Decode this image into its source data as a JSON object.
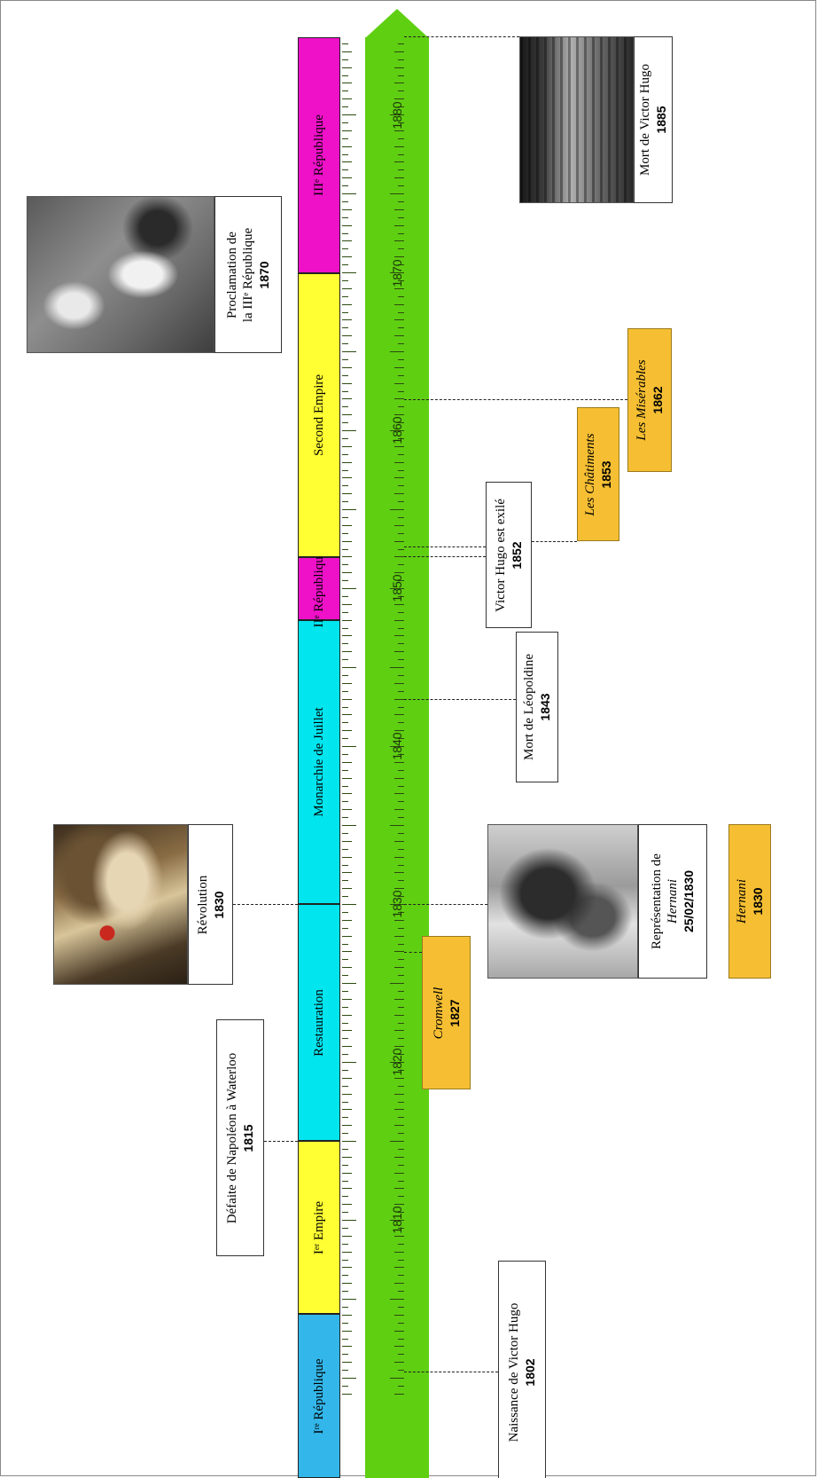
{
  "colors": {
    "axis": "#5fcf12",
    "republique_1": "#33b7ea",
    "empire": "#ffff33",
    "restauration_juillet": "#00e5ee",
    "republique_2_3": "#ee11c8",
    "oeuvre": "#f6bf33"
  },
  "axis": {
    "years": [
      "1810",
      "1820",
      "1830",
      "1840",
      "1850",
      "1860",
      "1870",
      "1880"
    ],
    "start_year": 1799,
    "end_year": 1887
  },
  "periods": [
    {
      "label": "Iʳᵉ République",
      "start": 1799,
      "end": 1804,
      "color": "#33b7ea"
    },
    {
      "label": "Iᵉʳ Empire",
      "start": 1804,
      "end": 1815,
      "color": "#ffff33"
    },
    {
      "label": "Restauration",
      "start": 1815,
      "end": 1830,
      "color": "#00e5ee"
    },
    {
      "label": "Monarchie de Juillet",
      "start": 1830,
      "end": 1848,
      "color": "#00e5ee"
    },
    {
      "label": "IIᵉ République",
      "start": 1848,
      "end": 1852,
      "color": "#ee11c8"
    },
    {
      "label": "Second Empire",
      "start": 1852,
      "end": 1870,
      "color": "#ffff33"
    },
    {
      "label": "IIIᵉ République",
      "start": 1870,
      "end": 1887,
      "color": "#ee11c8"
    }
  ],
  "events_left": [
    {
      "title": "Défaite de Napoléon à Waterloo",
      "year": "1815",
      "date": 1815
    },
    {
      "title": "Révolution",
      "year": "1830",
      "date": 1830,
      "picture": "liberte-guidant-le-peuple"
    },
    {
      "title_line1": "Proclamation de",
      "title_line2": "la IIIᵉ République",
      "year": "1870",
      "date": 1870,
      "picture": "proclamation"
    }
  ],
  "events_right": [
    {
      "title": "Naissance de Victor Hugo",
      "year": "1802",
      "date": 1802
    },
    {
      "title": "Cromwell",
      "year": "1827",
      "date": 1827,
      "work": true
    },
    {
      "title": "Représentation de",
      "title_em": "Hernani",
      "year": "25/02/1830",
      "date": 1830,
      "picture": "hernani"
    },
    {
      "title": "Hernani",
      "year": "1830",
      "date": 1830,
      "work": true
    },
    {
      "title": "Mort de Léopoldine",
      "year": "1843",
      "date": 1843
    },
    {
      "title": "Victor Hugo est exilé",
      "year": "1852",
      "date": 1851.5
    },
    {
      "title": "Les Châtiments",
      "year": "1853",
      "date": 1852.5,
      "work": true
    },
    {
      "title": "Les Misérables",
      "year": "1862",
      "date": 1861.5,
      "work": true
    },
    {
      "title": "Mort de Victor Hugo",
      "year": "1885",
      "date": 1885,
      "picture": "funerailles"
    }
  ]
}
